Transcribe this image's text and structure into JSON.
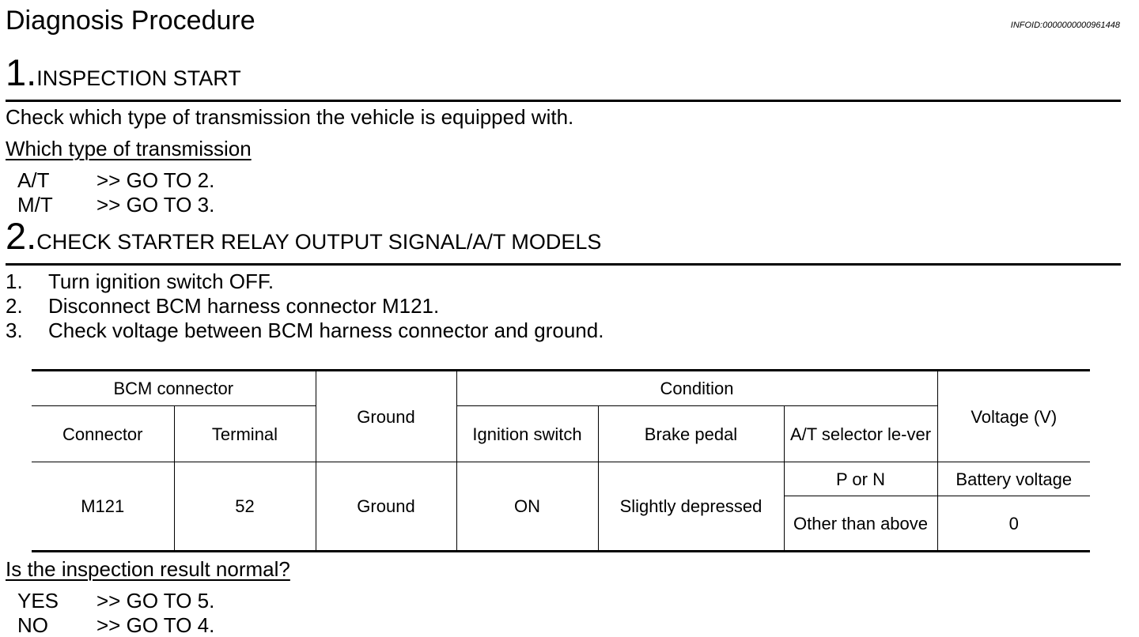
{
  "header": {
    "title": "Diagnosis Procedure",
    "info_id": "INFOID:0000000000961448"
  },
  "step1": {
    "number": "1.",
    "title": "INSPECTION START",
    "instruction": "Check which type of transmission the vehicle is equipped with.",
    "question": "Which type of transmission",
    "answers": [
      {
        "key": "A/T",
        "action": ">> GO TO 2."
      },
      {
        "key": "M/T",
        "action": ">> GO TO 3."
      }
    ]
  },
  "step2": {
    "number": "2.",
    "title": "CHECK STARTER RELAY OUTPUT SIGNAL/A/T MODELS",
    "steps": [
      {
        "num": "1.",
        "text": "Turn ignition switch OFF."
      },
      {
        "num": "2.",
        "text": "Disconnect BCM harness connector M121."
      },
      {
        "num": "3.",
        "text": "Check voltage between BCM harness connector and ground."
      }
    ],
    "table": {
      "headers": {
        "bcm_connector": "BCM connector",
        "connector": "Connector",
        "terminal": "Terminal",
        "ground": "Ground",
        "condition": "Condition",
        "ignition_switch": "Ignition switch",
        "brake_pedal": "Brake pedal",
        "selector_lever": "A/T selector le-ver",
        "voltage": "Voltage (V)"
      },
      "row": {
        "connector": "M121",
        "terminal": "52",
        "ground": "Ground",
        "ignition_switch": "ON",
        "brake_pedal": "Slightly depressed",
        "sub_rows": [
          {
            "selector": "P or N",
            "voltage": "Battery voltage"
          },
          {
            "selector": "Other than above",
            "voltage": "0"
          }
        ]
      }
    },
    "question": "Is the inspection result normal?",
    "answers": [
      {
        "key": "YES",
        "action": ">> GO TO 5."
      },
      {
        "key": "NO",
        "action": ">> GO TO 4."
      }
    ]
  }
}
